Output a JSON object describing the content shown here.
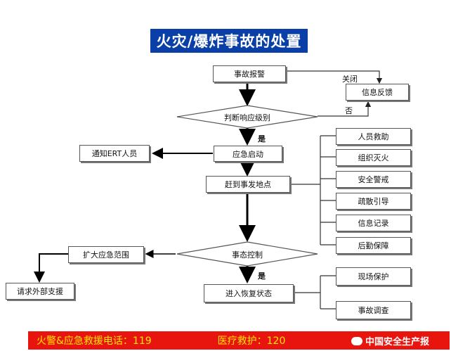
{
  "title": "火灾/爆炸事故的处置",
  "nodes": {
    "report": "事故报警",
    "close": "关闭",
    "feedback": "信息反馈",
    "judge": "判断响应级别",
    "no": "否",
    "yes1": "是",
    "notify": "通知ERT人员",
    "start": "应急启动",
    "goto": "赶到事发地点",
    "control": "事态控制",
    "expand": "扩大应急范围",
    "external": "请求外部支援",
    "yes2": "是",
    "recover": "进入恢复状态"
  },
  "actions": [
    "人员救助",
    "组织灭火",
    "安全警戒",
    "疏散引导",
    "信息记录",
    "后勤保障"
  ],
  "recovery_actions": [
    "现场保护",
    "事故调查"
  ],
  "footer": {
    "fire_phone": "火警&应急救援电话：119",
    "medical_phone": "医疗救护：120",
    "watermark": "中国安全生产报"
  },
  "colors": {
    "title_bg": "#0a3fa8",
    "footer_bg": "#e8150f",
    "footer_text": "#ffe600"
  }
}
